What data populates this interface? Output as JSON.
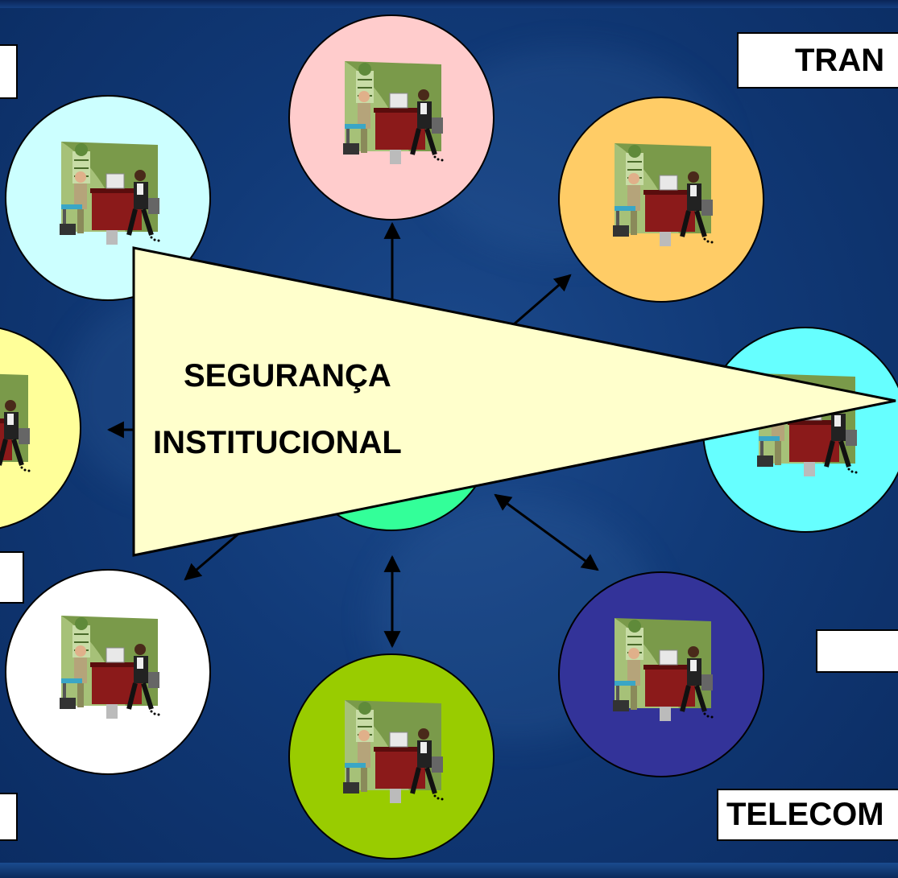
{
  "center_label": {
    "line1": "SEGURANÇA",
    "line2": "INSTITUCIONAL"
  },
  "labels": {
    "top_right": "TRAN",
    "bottom_right": "TELECOM",
    "top_left": "",
    "mid_left": "",
    "bottom_left": "",
    "mid_right": ""
  },
  "nodes": [
    {
      "name": "node-top",
      "fill": "#ffcccc"
    },
    {
      "name": "node-top-left",
      "fill": "#ccffff"
    },
    {
      "name": "node-top-right",
      "fill": "#ffcc66"
    },
    {
      "name": "node-left",
      "fill": "#ffff99"
    },
    {
      "name": "node-right",
      "fill": "#66ffff"
    },
    {
      "name": "node-center",
      "fill": "#33ff99"
    },
    {
      "name": "node-bottom-left",
      "fill": "#ffffff"
    },
    {
      "name": "node-bottom-right",
      "fill": "#333399"
    },
    {
      "name": "node-bottom",
      "fill": "#99cc00"
    }
  ],
  "colors": {
    "background": "#113a78",
    "triangle_fill": "#ffffcc",
    "outline": "#000000"
  },
  "icon": "office-meeting-clipart-icon"
}
